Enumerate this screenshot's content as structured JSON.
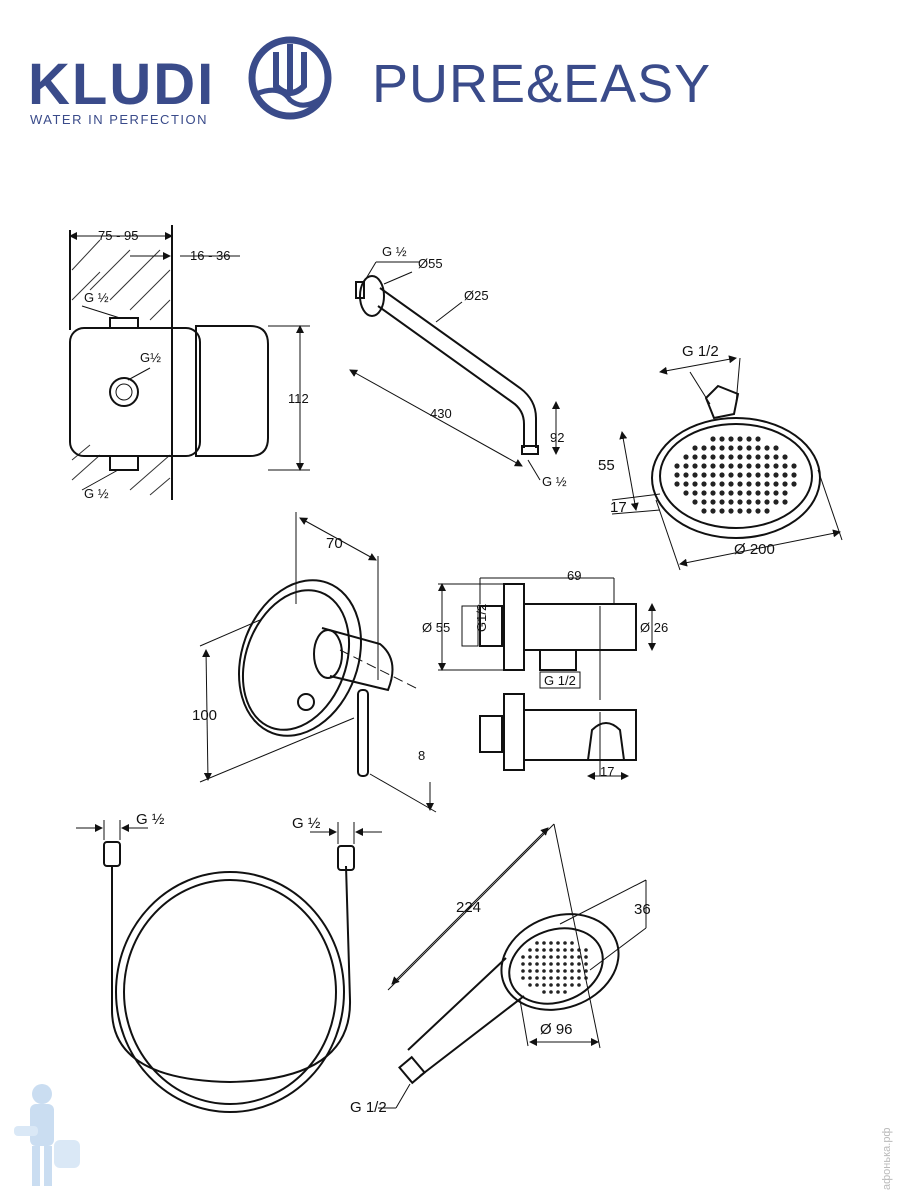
{
  "brand": {
    "name": "KLUDI",
    "tagline": "WATER IN PERFECTION",
    "series": "PURE&EASY",
    "color": "#3a4b8a"
  },
  "watermark": "афонька.рф",
  "dimensions": {
    "mixer_box": {
      "depth": "75 - 95",
      "cover": "16 - 36",
      "inlet_top": "G ½",
      "inlet_front": "G½",
      "inlet_bottom": "G ½",
      "height": "112"
    },
    "shower_arm": {
      "thread": "G ½",
      "flange": "Ø55",
      "tube": "Ø25",
      "length": "430",
      "drop": "92",
      "outlet": "G ½"
    },
    "overhead_shower": {
      "thread": "G 1/2",
      "height": "55",
      "plate": "17",
      "diameter": "Ø 200"
    },
    "mixer_trim": {
      "depth": "70",
      "height": "100",
      "extra": "8"
    },
    "wall_outlet": {
      "length": "69",
      "flange": "Ø 55",
      "thread": "G1/2",
      "body": "Ø 26",
      "outlet": "G 1/2",
      "holder": "17"
    },
    "hose": {
      "end_left": "G ½",
      "end_right": "G ½"
    },
    "hand_shower": {
      "length": "224",
      "head": "36",
      "diameter": "Ø 96",
      "thread": "G 1/2"
    }
  }
}
